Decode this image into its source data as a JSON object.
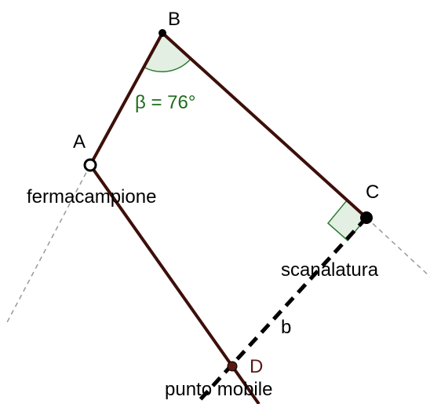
{
  "diagram": {
    "points": [
      {
        "id": "A",
        "label": "A"
      },
      {
        "id": "B",
        "label": "B"
      },
      {
        "id": "C",
        "label": "C"
      },
      {
        "id": "D",
        "label": "D"
      }
    ],
    "angle_label": "β = 76°",
    "line_label": "b",
    "captions": {
      "A": "fermacampione",
      "C": "scanalatura",
      "D": "punto mobile"
    },
    "colors": {
      "segment": "#3d0f0a",
      "dashed_aux": "#999999",
      "angle_fill": "#e3efe3",
      "angle_stroke": "#2e7d32",
      "angle_text": "#1e6b1e",
      "point_d": "#5a1a14"
    }
  }
}
